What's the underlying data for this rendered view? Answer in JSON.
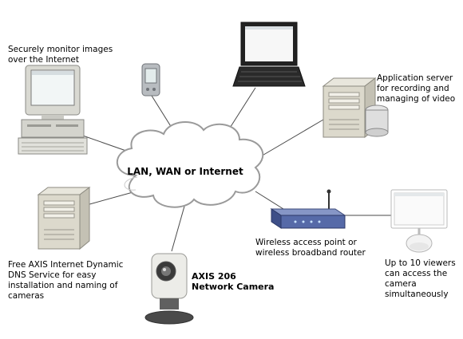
{
  "cloud": {
    "label": "LAN, WAN or Internet"
  },
  "labels": {
    "monitor": "Securely monitor images\nover the Internet",
    "app_server": "Application server\nfor recording and\nmanaging of video",
    "dns": "Free AXIS Internet Dynamic\nDNS Service for easy\ninstallation and naming of\ncameras",
    "camera": "AXIS 206\nNetwork Camera",
    "router": "Wireless access point or\nwireless broadband router",
    "viewers": "Up to 10 viewers\ncan access the\ncamera\nsimultaneously"
  },
  "icons": [
    "desktop-pc-icon",
    "pda-icon",
    "laptop-icon",
    "tower-server-icon",
    "dns-server-icon",
    "network-camera-icon",
    "wireless-router-icon",
    "imac-icon"
  ]
}
